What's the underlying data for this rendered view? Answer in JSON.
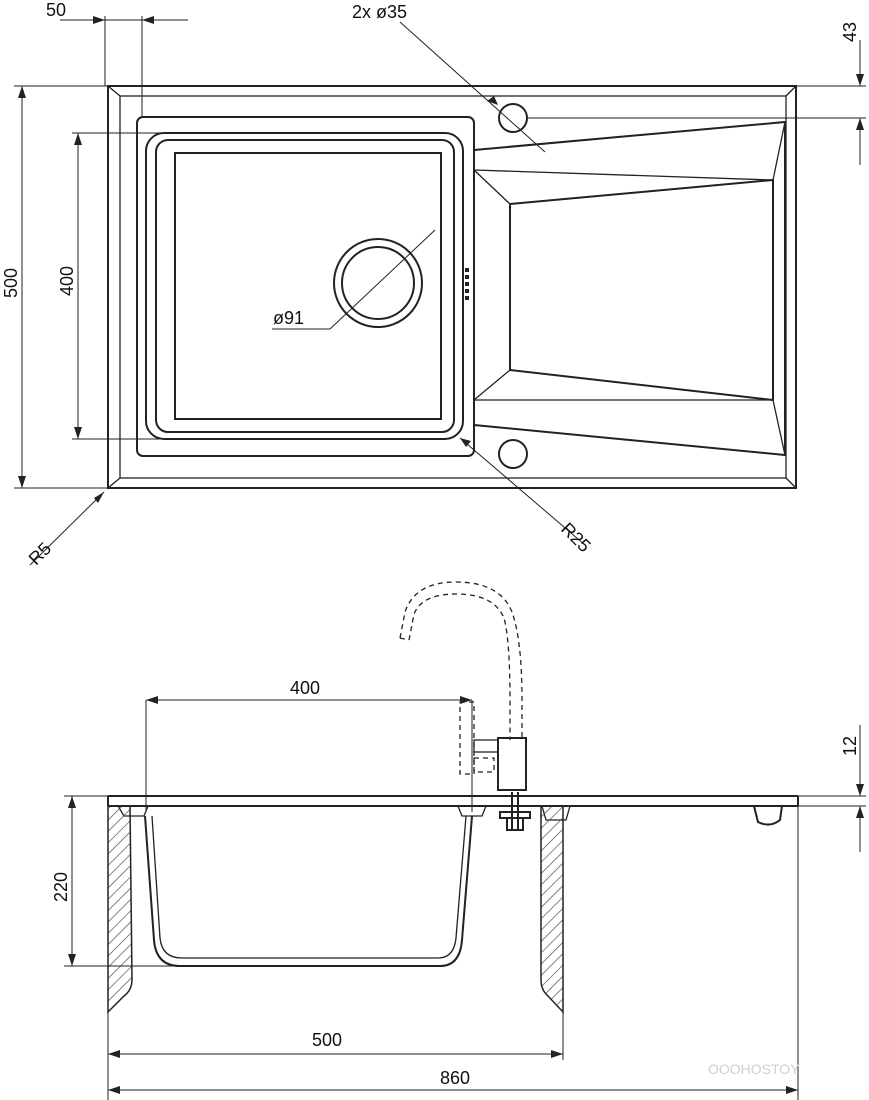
{
  "top_view": {
    "dim_width_total": "500",
    "dim_bowl_height": "400",
    "dim_edge_offset": "50",
    "dim_tap_holes": "2x ø35",
    "dim_hole_offset": "43",
    "dim_drain": "ø91",
    "dim_outer_radius": "R5",
    "dim_bowl_radius": "R25"
  },
  "side_view": {
    "dim_bowl_width": "400",
    "dim_depth": "220",
    "dim_rim_thickness": "12",
    "dim_cabinet": "500",
    "dim_total_length": "860"
  },
  "watermark": "OOOHOSTOY"
}
